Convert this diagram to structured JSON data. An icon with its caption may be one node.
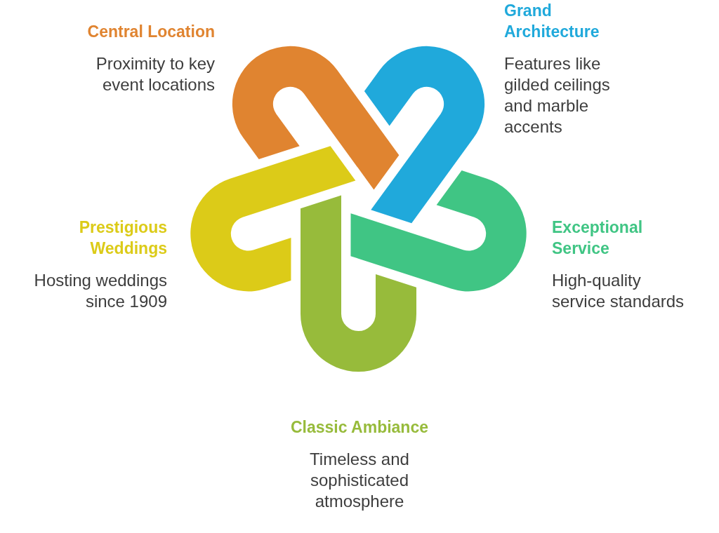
{
  "diagram": {
    "nodes": [
      {
        "text": [],
        "shape": "loop",
        "beside": [
          "Central Location",
          "Proximity to key event locations"
        ]
      },
      {
        "text": [],
        "shape": "loop",
        "beside": [
          "Grand Architecture",
          "Features like gilded ceilings and marble accents"
        ]
      },
      {
        "text": [],
        "shape": "loop",
        "beside": [
          "Prestigious Weddings",
          "Hosting weddings since 1909"
        ]
      },
      {
        "text": [],
        "shape": "loop",
        "beside": [
          "Exceptional Service",
          "High-quality service standards"
        ]
      },
      {
        "text": [],
        "shape": "loop",
        "beside": [
          "Classic Ambiance",
          "Timeless and sophisticated atmosphere"
        ]
      }
    ]
  }
}
